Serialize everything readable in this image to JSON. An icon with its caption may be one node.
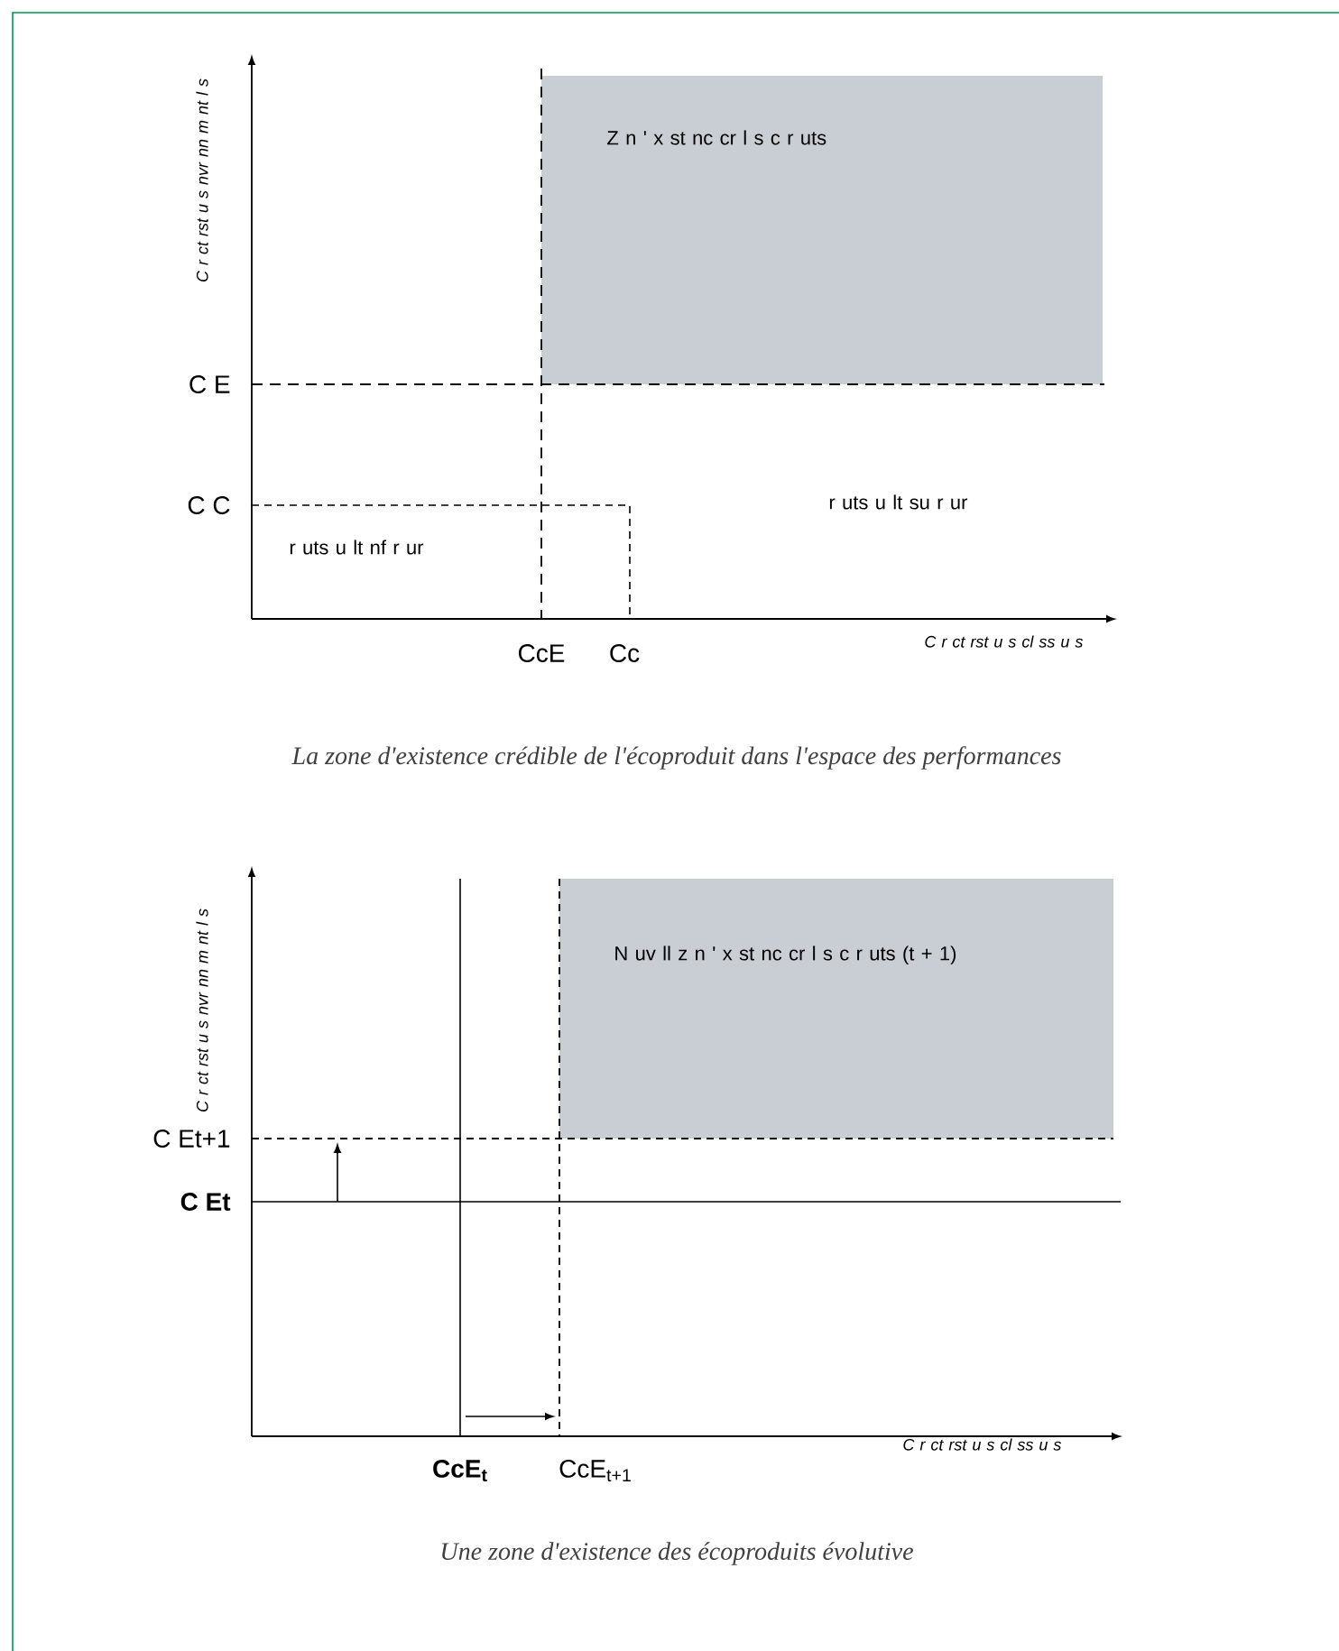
{
  "diagram": {
    "nodes": [
      {
        "text": [
          "Z n ' x st nc cr l s c r uts"
        ]
      },
      {
        "text": [
          "N uv ll z n ' x st nc cr l s c r uts (t + 1)"
        ]
      }
    ],
    "labels": [
      "C r ct rst u s nvr nn m nt l s",
      "C E",
      "C C",
      "r uts u lt nf r ur",
      "r uts u lt su r ur",
      "CcE",
      "Cc",
      "C r ct rst u s cl ss u s",
      "La zone d'existence crédible de l'écoproduit dans l'espace des performances",
      "C r ct rst u s nvr nn m nt l s",
      "C Et+1",
      "C Et",
      "CcE$_{t}$",
      "CcE$_{t+1}$",
      "C r ct rst u s cl ss u s",
      "Une zone d'existence des écoproduits évolutive"
    ]
  }
}
